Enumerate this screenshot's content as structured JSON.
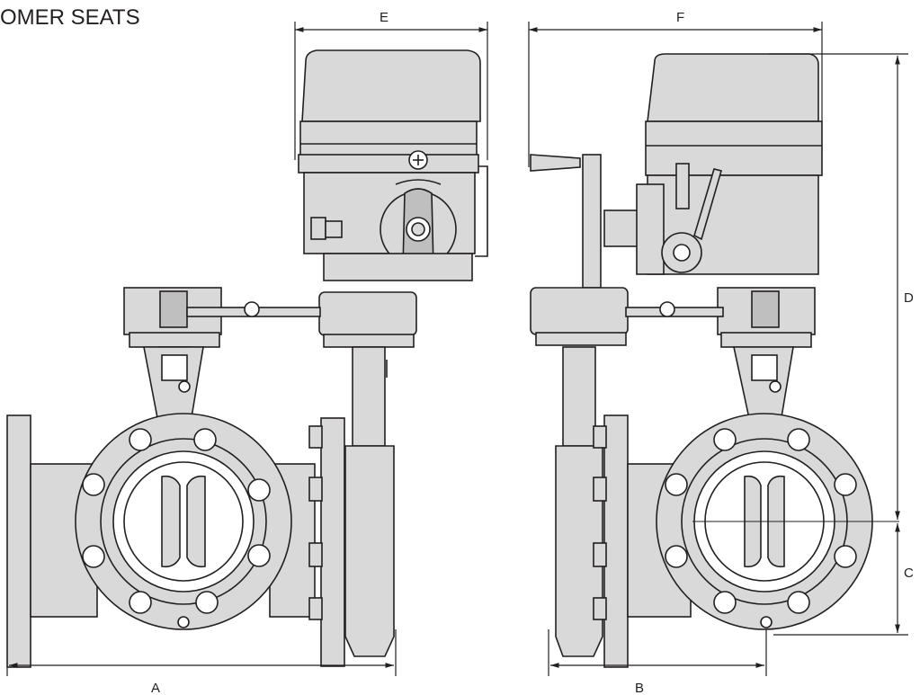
{
  "title": "OMER SEATS",
  "dimensions": {
    "a": "A",
    "b": "B",
    "c": "C",
    "d": "D",
    "e": "E",
    "f": "F"
  },
  "colors": {
    "line": "#231f20",
    "shade": "#d9d9d9",
    "dark_shade": "#bfbfbf",
    "background": "#ffffff"
  }
}
